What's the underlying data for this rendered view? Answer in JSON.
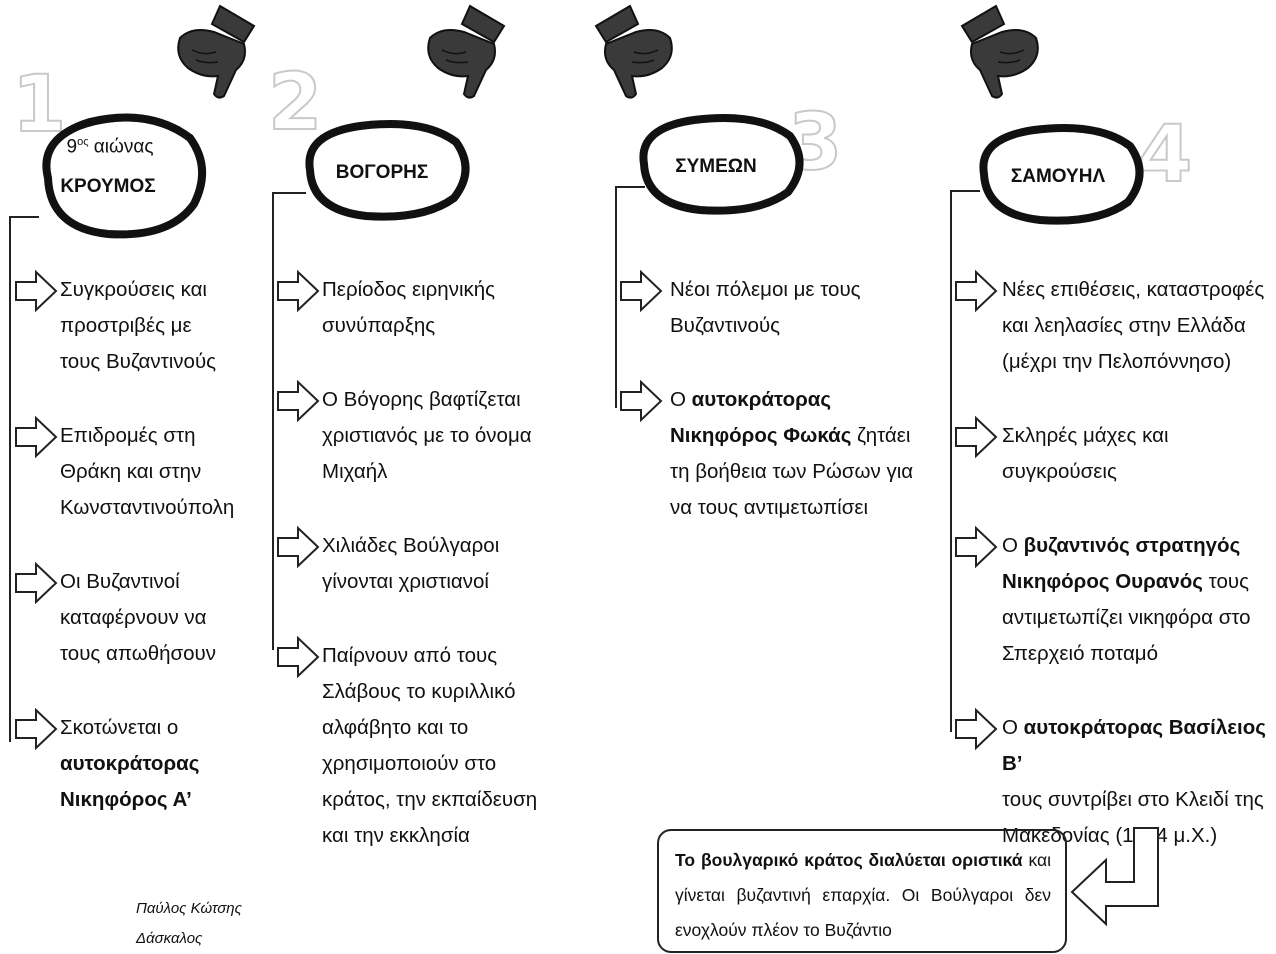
{
  "columns": [
    {
      "number": "1",
      "century_num": "9",
      "century_sup": "ος",
      "century_word": "αιώνας",
      "title": "ΚΡΟΥΜΟΣ",
      "items": [
        {
          "parts": [
            {
              "t": "Συγκρούσεις και"
            }
          ],
          "lines2": [
            {
              "t": "προστριβές με"
            }
          ],
          "lines3": [
            {
              "t": "τους Βυζαντινούς"
            }
          ]
        },
        {
          "parts": [
            {
              "t": "Επιδρομές στη"
            }
          ],
          "lines2": [
            {
              "t": "Θράκη και στην"
            }
          ],
          "lines3": [
            {
              "t": "Κωνσταντινούπολη"
            }
          ]
        },
        {
          "parts": [
            {
              "t": "Οι Βυζαντινοί"
            }
          ],
          "lines2": [
            {
              "t": "καταφέρνουν να"
            }
          ],
          "lines3": [
            {
              "t": "τους απωθήσουν"
            }
          ]
        },
        {
          "parts": [
            {
              "t": "Σκοτώνεται ο"
            }
          ],
          "lines2": [
            {
              "t": "αυτοκράτορας",
              "b": true
            }
          ],
          "lines3": [
            {
              "t": "Νικηφόρος Α’",
              "b": true
            }
          ]
        }
      ]
    },
    {
      "number": "2",
      "title": "ΒΟΓΟΡΗΣ",
      "items": [
        {
          "parts": [
            {
              "t": "Περίοδος ειρηνικής"
            }
          ],
          "lines2": [
            {
              "t": "συνύπαρξης"
            }
          ]
        },
        {
          "parts": [
            {
              "t": "Ο Βόγορης βαφτίζεται"
            }
          ],
          "lines2": [
            {
              "t": "χριστιανός με το όνομα"
            }
          ],
          "lines3": [
            {
              "t": "Μιχαήλ"
            }
          ]
        },
        {
          "parts": [
            {
              "t": "Χιλιάδες Βούλγαροι"
            }
          ],
          "lines2": [
            {
              "t": "γίνονται χριστιανοί"
            }
          ]
        },
        {
          "parts": [
            {
              "t": "Παίρνουν από τους"
            }
          ],
          "lines2": [
            {
              "t": "Σλάβους το κυριλλικό"
            }
          ],
          "lines3": [
            {
              "t": "αλφάβητο και το"
            }
          ],
          "lines4": [
            {
              "t": "χρησιμοποιούν στο"
            }
          ],
          "lines5": [
            {
              "t": "κράτος, την εκπαίδευση"
            }
          ],
          "lines6": [
            {
              "t": "και την εκκλησία"
            }
          ]
        }
      ]
    },
    {
      "number": "3",
      "title": "ΣΥΜΕΩΝ",
      "items": [
        {
          "parts": [
            {
              "t": "Νέοι πόλεμοι με τους"
            }
          ],
          "lines2": [
            {
              "t": "Βυζαντινούς"
            }
          ]
        },
        {
          "parts": [
            {
              "t": "Ο "
            },
            {
              "t": "αυτοκράτορας",
              "b": true
            }
          ],
          "lines2": [
            {
              "t": "Νικηφόρος Φωκάς",
              "b": true
            },
            {
              "t": " ζητάει"
            }
          ],
          "lines3": [
            {
              "t": "τη βοήθεια των Ρώσων για"
            }
          ],
          "lines4": [
            {
              "t": "να τους αντιμετωπίσει"
            }
          ]
        }
      ]
    },
    {
      "number": "4",
      "title": "ΣΑΜΟΥΗΛ",
      "items": [
        {
          "parts": [
            {
              "t": "Νέες επιθέσεις, καταστροφές"
            }
          ],
          "lines2": [
            {
              "t": "και λεηλασίες στην Ελλάδα"
            }
          ],
          "lines3": [
            {
              "t": "(μέχρι την Πελοπόννησο)"
            }
          ]
        },
        {
          "parts": [
            {
              "t": "Σκληρές μάχες και"
            }
          ],
          "lines2": [
            {
              "t": "συγκρούσεις"
            }
          ]
        },
        {
          "parts": [
            {
              "t": "Ο "
            },
            {
              "t": "βυζαντινός στρατηγός",
              "b": true
            }
          ],
          "lines2": [
            {
              "t": "Νικηφόρος Ουρανός",
              "b": true
            },
            {
              "t": " τους"
            }
          ],
          "lines3": [
            {
              "t": "αντιμετωπίζει νικηφόρα στο"
            }
          ],
          "lines4": [
            {
              "t": "Σπερχειό ποταμό"
            }
          ]
        },
        {
          "parts": [
            {
              "t": "Ο "
            },
            {
              "t": "αυτοκράτορας Βασίλειος Β’",
              "b": true
            }
          ],
          "lines2": [
            {
              "t": "τους συντρίβει στο Κλειδί της"
            }
          ],
          "lines3": [
            {
              "t": "Μακεδονίας (1014 μ.Χ.)"
            }
          ]
        }
      ]
    }
  ],
  "conclusion": {
    "bold": "Το βουλγαρικό κράτος διαλύεται οριστικά",
    "rest": " και γίνεται βυζαντινή επαρχία. Οι Βούλγαροι δεν ενοχλούν πλέον το Βυζάντιο"
  },
  "author": {
    "name": "Παύλος Κώτσης",
    "role": "Δάσκαλος"
  }
}
